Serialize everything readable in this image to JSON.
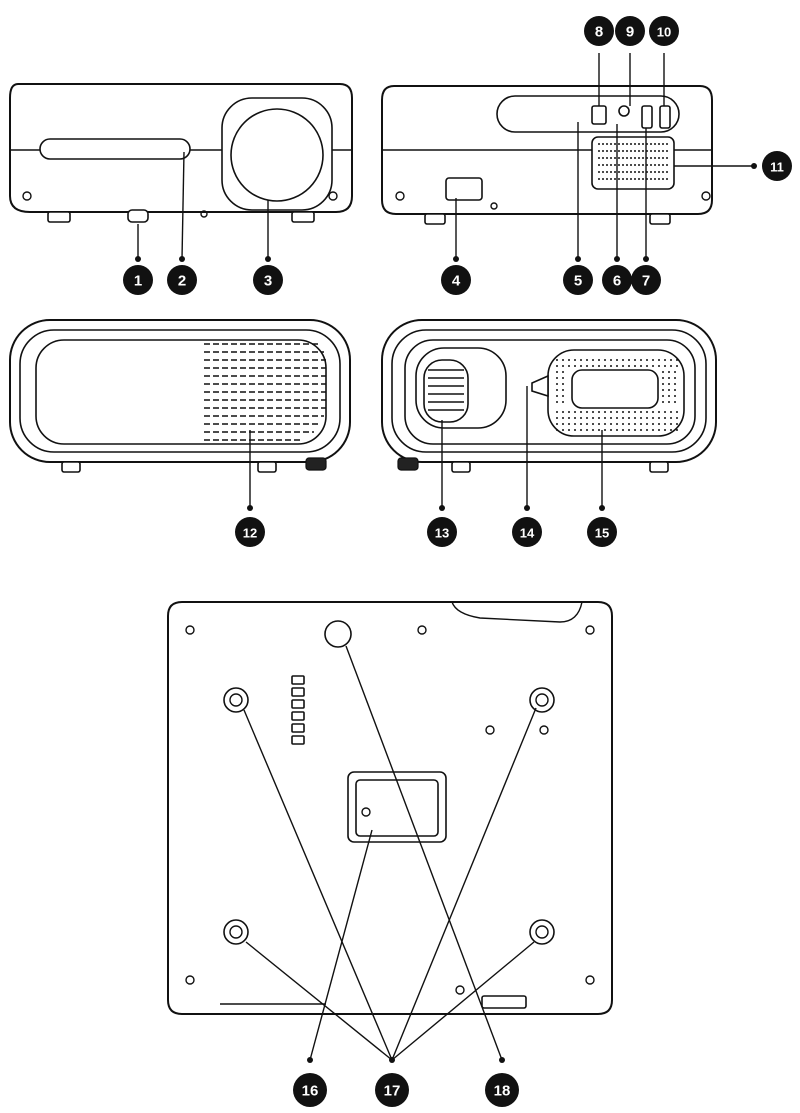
{
  "callouts": [
    {
      "id": "c1",
      "label": "1"
    },
    {
      "id": "c2",
      "label": "2"
    },
    {
      "id": "c3",
      "label": "3"
    },
    {
      "id": "c4",
      "label": "4"
    },
    {
      "id": "c5",
      "label": "5"
    },
    {
      "id": "c6",
      "label": "6"
    },
    {
      "id": "c7",
      "label": "7"
    },
    {
      "id": "c8",
      "label": "8"
    },
    {
      "id": "c9",
      "label": "9"
    },
    {
      "id": "c10",
      "label": "10"
    },
    {
      "id": "c11",
      "label": "11"
    },
    {
      "id": "c12",
      "label": "12"
    },
    {
      "id": "c13",
      "label": "13"
    },
    {
      "id": "c14",
      "label": "14"
    },
    {
      "id": "c15",
      "label": "15"
    },
    {
      "id": "c16",
      "label": "16"
    },
    {
      "id": "c17",
      "label": "17"
    },
    {
      "id": "c18",
      "label": "18"
    }
  ],
  "colors": {
    "ink": "#111111",
    "paper": "#ffffff"
  }
}
